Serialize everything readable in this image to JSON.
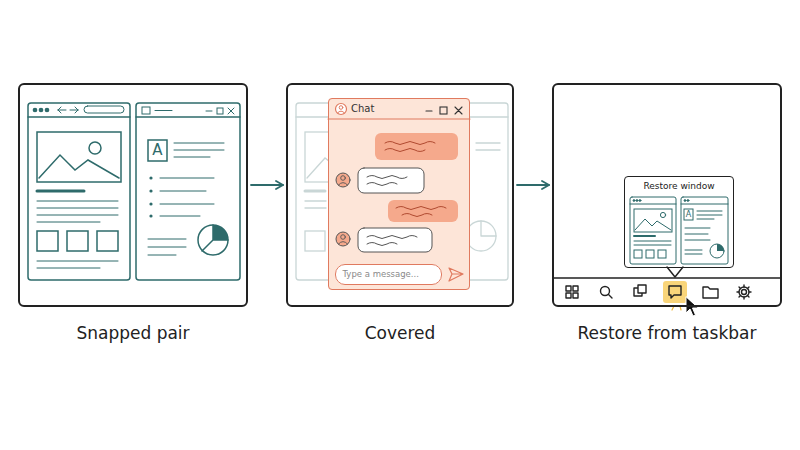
{
  "diagram": {
    "nodes": [
      {
        "text": [
          "Snapped pair"
        ]
      },
      {
        "text": [
          "Covered"
        ]
      },
      {
        "text": [
          "Chat"
        ],
        "in": 1
      },
      {
        "text": [
          "Type a message..."
        ],
        "in": 2
      },
      {
        "text": [
          "Restore from taskbar"
        ]
      },
      {
        "text": [
          "Restore window"
        ],
        "in": 4
      }
    ],
    "edges": [
      {
        "from": 0,
        "to": 1,
        "arrow": "to"
      },
      {
        "from": 1,
        "to": 4,
        "arrow": "to"
      }
    ],
    "labels": [
      "A",
      "A"
    ]
  }
}
